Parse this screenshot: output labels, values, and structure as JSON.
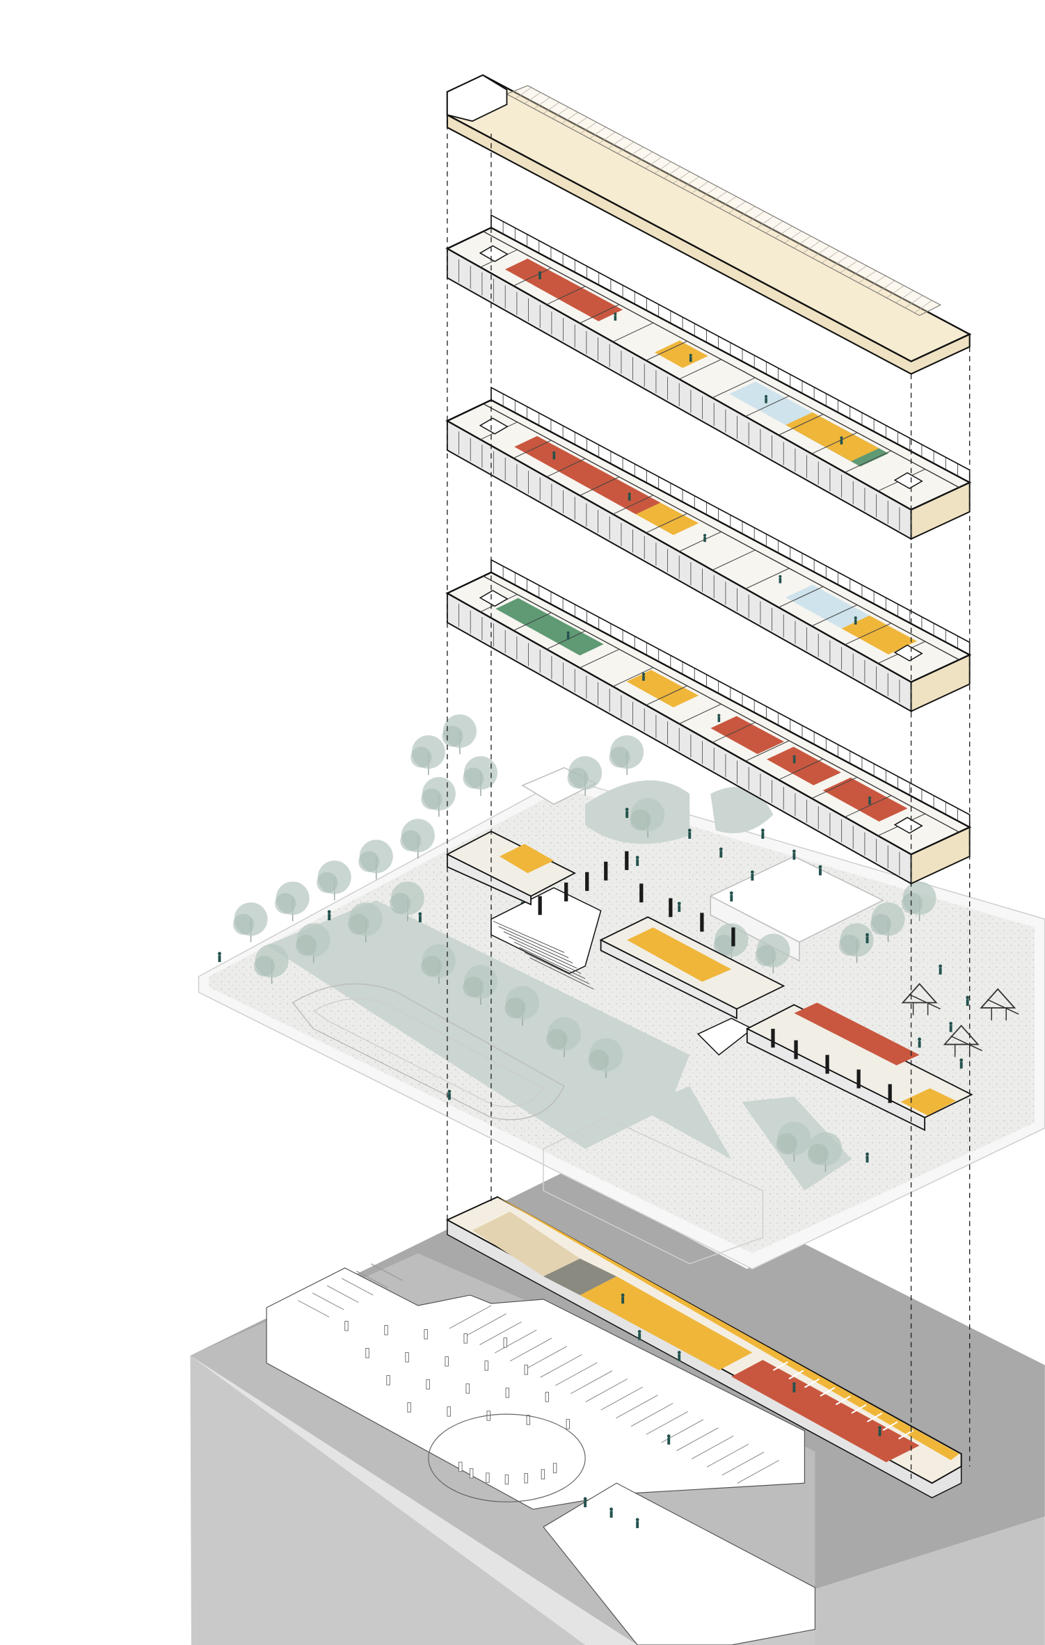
{
  "title": "",
  "layers": [
    {
      "id": "roof",
      "label": ""
    },
    {
      "id": "floor-3",
      "label": ""
    },
    {
      "id": "floor-2",
      "label": ""
    },
    {
      "id": "floor-1",
      "label": ""
    },
    {
      "id": "ground",
      "label": ""
    },
    {
      "id": "basement",
      "label": ""
    }
  ],
  "colors": {
    "roof": "#f6ecd2",
    "outline": "#111111",
    "wall": "#e9e9e9",
    "accent_yellow": "#efb63a",
    "accent_red": "#c9573f",
    "accent_green": "#5f9a74",
    "accent_blue": "#cfe3ec",
    "tree": "#b8c8c2",
    "lawn": "#cbd5d1",
    "paving": "#ecedea",
    "podium_dark": "#a9a9a9",
    "podium_top": "#cdcdcd",
    "podium_side": "#c4c4c4",
    "guide_line": "#222222",
    "person": "#24524d"
  },
  "icons": [
    "tree-icon",
    "person-icon",
    "playground-structure-icon",
    "stair-icon"
  ]
}
